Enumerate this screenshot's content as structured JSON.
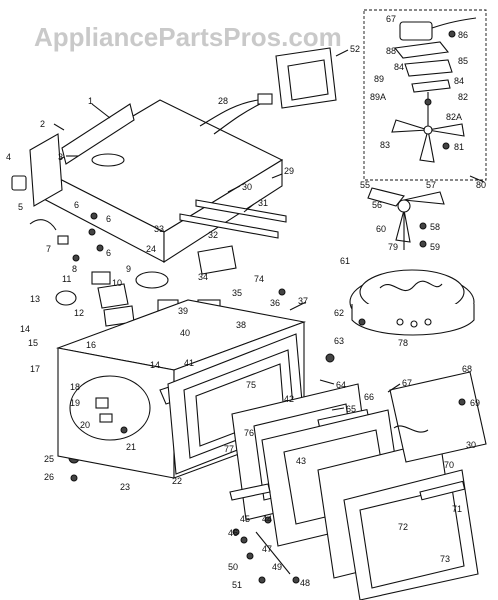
{
  "watermark": "AppliancePartsPros.com",
  "labels": {
    "n1": "1",
    "n2": "2",
    "n3": "3",
    "n4": "4",
    "n5": "5",
    "n6a": "6",
    "n6b": "6",
    "n6c": "6",
    "n7": "7",
    "n8": "8",
    "n9": "9",
    "n10": "10",
    "n11": "11",
    "n12": "12",
    "n13": "13",
    "n14a": "14",
    "n14b": "14",
    "n15": "15",
    "n16": "16",
    "n17": "17",
    "n18": "18",
    "n19": "19",
    "n20": "20",
    "n21": "21",
    "n22": "22",
    "n23": "23",
    "n24": "24",
    "n25": "25",
    "n26": "26",
    "n28": "28",
    "n29": "29",
    "n30a": "30",
    "n30b": "30",
    "n31": "31",
    "n32": "32",
    "n33": "33",
    "n34": "34",
    "n35": "35",
    "n36": "36",
    "n37": "37",
    "n38": "38",
    "n39": "39",
    "n40": "40",
    "n41": "41",
    "n42": "42",
    "n43": "43",
    "n44": "44",
    "n45": "45",
    "n46": "46",
    "n47": "47",
    "n48": "48",
    "n49": "49",
    "n50": "50",
    "n51": "51",
    "n52": "52",
    "n55": "55",
    "n56": "56",
    "n57": "57",
    "n58": "58",
    "n59": "59",
    "n60": "60",
    "n61": "61",
    "n62": "62",
    "n63": "63",
    "n64": "64",
    "n65": "65",
    "n66": "66",
    "n67a": "67",
    "n67b": "67",
    "n68": "68",
    "n69": "69",
    "n70": "70",
    "n71": "71",
    "n72": "72",
    "n73": "73",
    "n74": "74",
    "n75": "75",
    "n76": "76",
    "n77": "77",
    "n78": "78",
    "n79": "79",
    "n80": "80",
    "n81": "81",
    "n82": "82",
    "n82a": "82A",
    "n83": "83",
    "n84a": "84",
    "n84b": "84",
    "n85": "85",
    "n86": "86",
    "n88": "88",
    "n89": "89",
    "n89a": "89A"
  }
}
